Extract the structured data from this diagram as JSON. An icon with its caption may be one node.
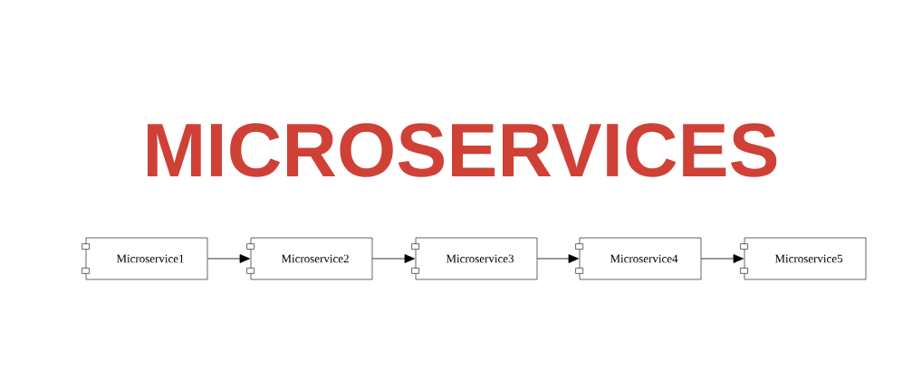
{
  "diagram": {
    "title": "MICROSERVICES",
    "nodes": [
      {
        "text": [
          "Microservice1"
        ]
      },
      {
        "text": [
          "Microservice2"
        ]
      },
      {
        "text": [
          "Microservice3"
        ]
      },
      {
        "text": [
          "Microservice4"
        ]
      },
      {
        "text": [
          "Microservice5"
        ]
      }
    ],
    "edges": [
      {
        "from": 0,
        "to": 1,
        "arrow": "to"
      },
      {
        "from": 1,
        "to": 2,
        "arrow": "to"
      },
      {
        "from": 2,
        "to": 3,
        "arrow": "to"
      },
      {
        "from": 3,
        "to": 4,
        "arrow": "to"
      }
    ]
  }
}
